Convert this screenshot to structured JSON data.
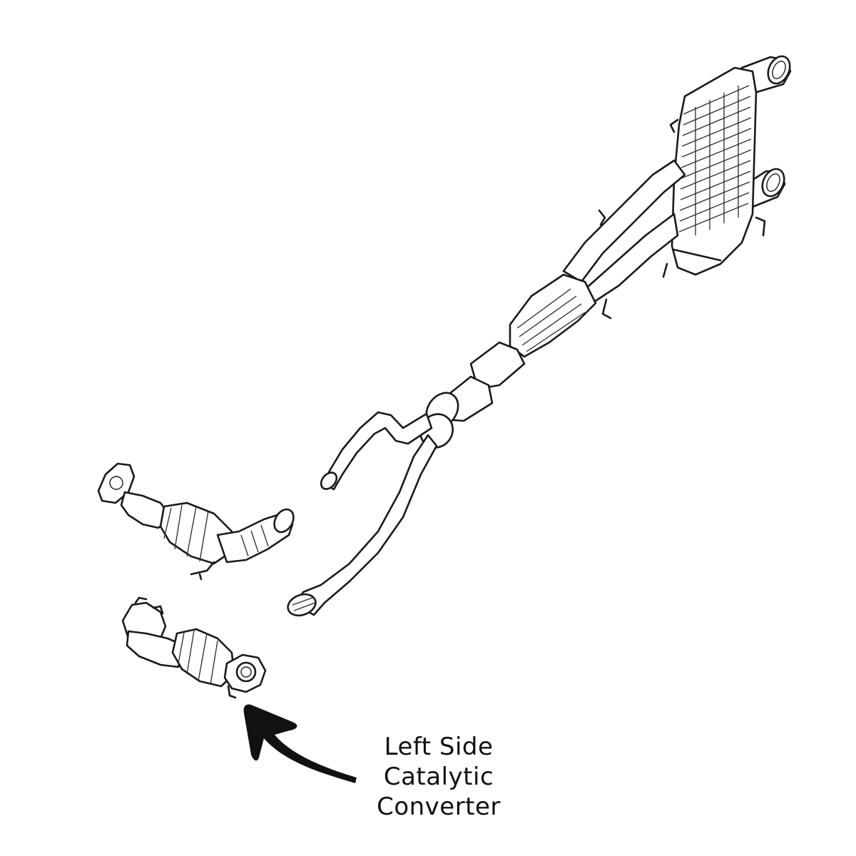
{
  "diagram": {
    "parts": [
      "rear-muffler-assembly",
      "mid-pipe-assembly",
      "right-side-catalytic-converter",
      "left-side-catalytic-converter"
    ]
  },
  "annotation": {
    "line1": "Left Side",
    "line2": "Catalytic",
    "line3": "Converter",
    "arrow_icon": "curved-arrow-icon"
  },
  "colors": {
    "ink": "#1a1a1a",
    "background": "#ffffff"
  }
}
